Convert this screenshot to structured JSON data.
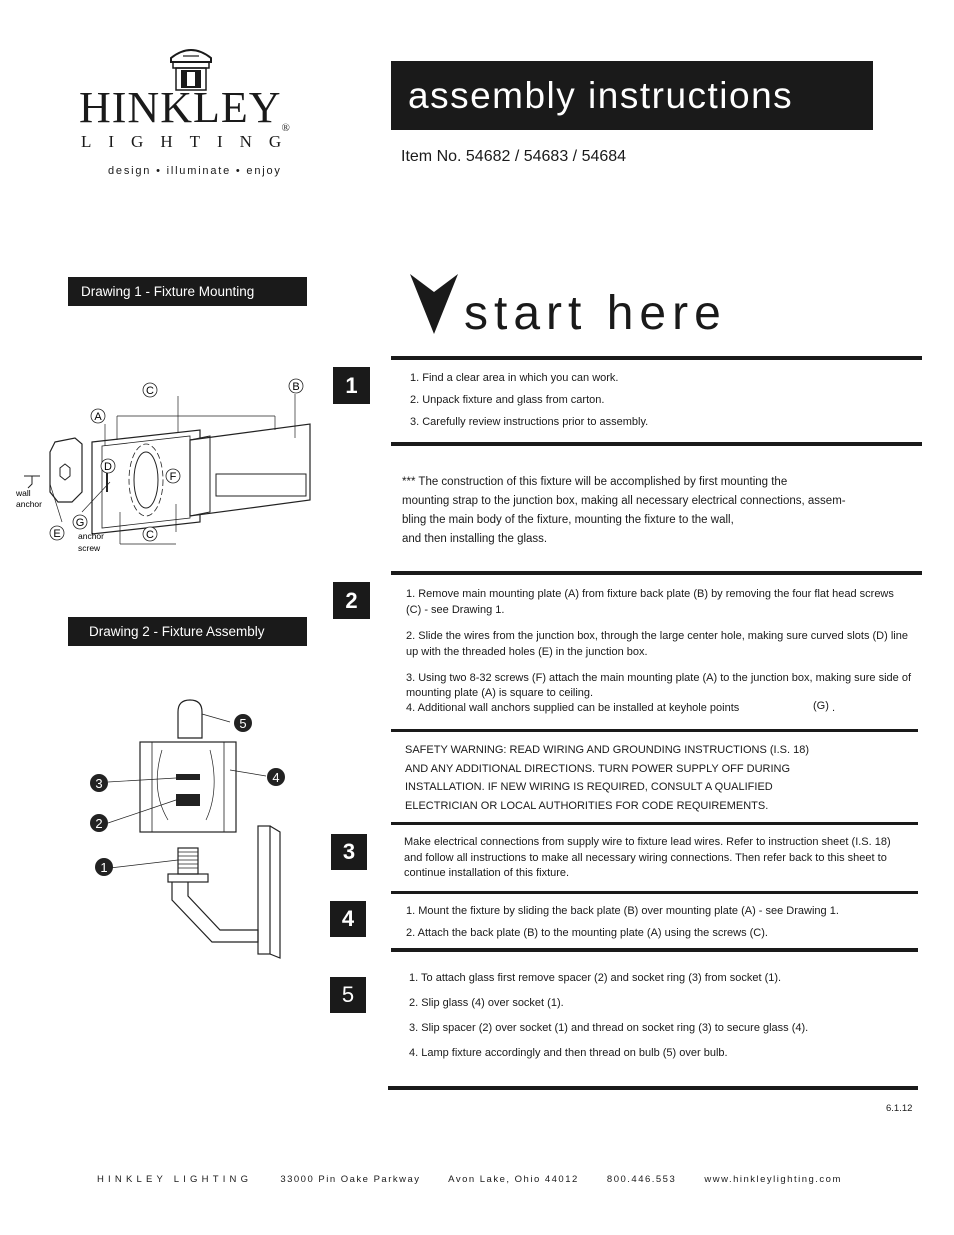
{
  "brand": {
    "name": "HINKLEY",
    "registered": "®",
    "sub": "LIGHTING",
    "tagline": "design • illuminate • enjoy"
  },
  "header": {
    "title": "assembly instructions",
    "item_no": "Item No. 54682 / 54683 / 54684"
  },
  "start_here": "start here",
  "drawings": {
    "d1_label": "Drawing 1 - Fixture Mounting",
    "d2_label": "Drawing 2 - Fixture Assembly",
    "d1_callouts": {
      "a": "A",
      "b": "B",
      "c": "C",
      "d": "D",
      "e": "E",
      "f": "F",
      "g": "G"
    },
    "d1_wall_anchor": [
      "wall",
      "anchor"
    ],
    "d1_anchor_screw": [
      "anchor",
      "screw"
    ],
    "d2_callouts": {
      "n1": "1",
      "n2": "2",
      "n3": "3",
      "n4": "4",
      "n5": "5"
    }
  },
  "steps": [
    {
      "number": "1",
      "lines": [
        "1. Find a clear area in which you can work.",
        "2. Unpack fixture and glass from carton.",
        "3. Carefully review instructions prior to assembly."
      ]
    },
    {
      "number": "2",
      "lines": [
        "1. Remove main mounting plate (A) from fixture back plate (B) by removing the four flat head screws (C) - see Drawing 1.",
        "2. Slide the wires from the junction box, through the large center hole, making sure curved slots (D) line up with the threaded holes (E) in the junction box.",
        "3. Using two 8-32 screws (F) attach the main mounting plate (A) to the junction box, making sure side of mounting plate (A) is square to ceiling.",
        "4.  Additional wall anchors supplied can be installed at keyhole points",
        "(G)",
        "."
      ]
    },
    {
      "number": "3",
      "lines": [
        "Make electrical connections from supply wire to fixture lead wires. Refer to instruction sheet (I.S. 18) and follow all instructions to make all necessary wiring connections. Then refer back to this sheet to continue installation of this fixture."
      ]
    },
    {
      "number": "4",
      "lines": [
        "1. Mount the fixture by sliding the back plate (B) over mounting plate (A) - see Drawing 1.",
        "2. Attach the back plate (B) to the mounting plate (A) using the screws (C)."
      ]
    },
    {
      "number": "5",
      "lines": [
        "1. To attach glass first remove spacer (2) and socket ring (3) from socket (1).",
        "2. Slip glass (4) over socket (1).",
        "3. Slip spacer (2) over socket (1) and thread on socket ring (3) to secure glass (4).",
        "4. Lamp fixture accordingly and then thread on bulb (5) over bulb."
      ]
    }
  ],
  "construction_note": [
    "*** The construction of this fixture will be accomplished by first mounting the",
    "mounting strap to the junction box, making all necessary electrical connections, assem-",
    "bling the main body of the fixture, mounting the fixture to the wall,",
    "and then installing the glass."
  ],
  "safety_warning": [
    "SAFETY WARNING: READ WIRING AND GROUNDING INSTRUCTIONS (I.S. 18)",
    "AND ANY ADDITIONAL DIRECTIONS. TURN POWER SUPPLY OFF DURING",
    "INSTALLATION. IF NEW WIRING IS REQUIRED, CONSULT A QUALIFIED",
    "ELECTRICIAN OR LOCAL AUTHORITIES FOR CODE REQUIREMENTS."
  ],
  "version": "6.1.12",
  "footer": {
    "company": "HINKLEY LIGHTING",
    "address": "33000 Pin Oake Parkway",
    "city": "Avon Lake, Ohio 44012",
    "phone": "800.446.553",
    "web": "www.hinkleylighting.com"
  }
}
